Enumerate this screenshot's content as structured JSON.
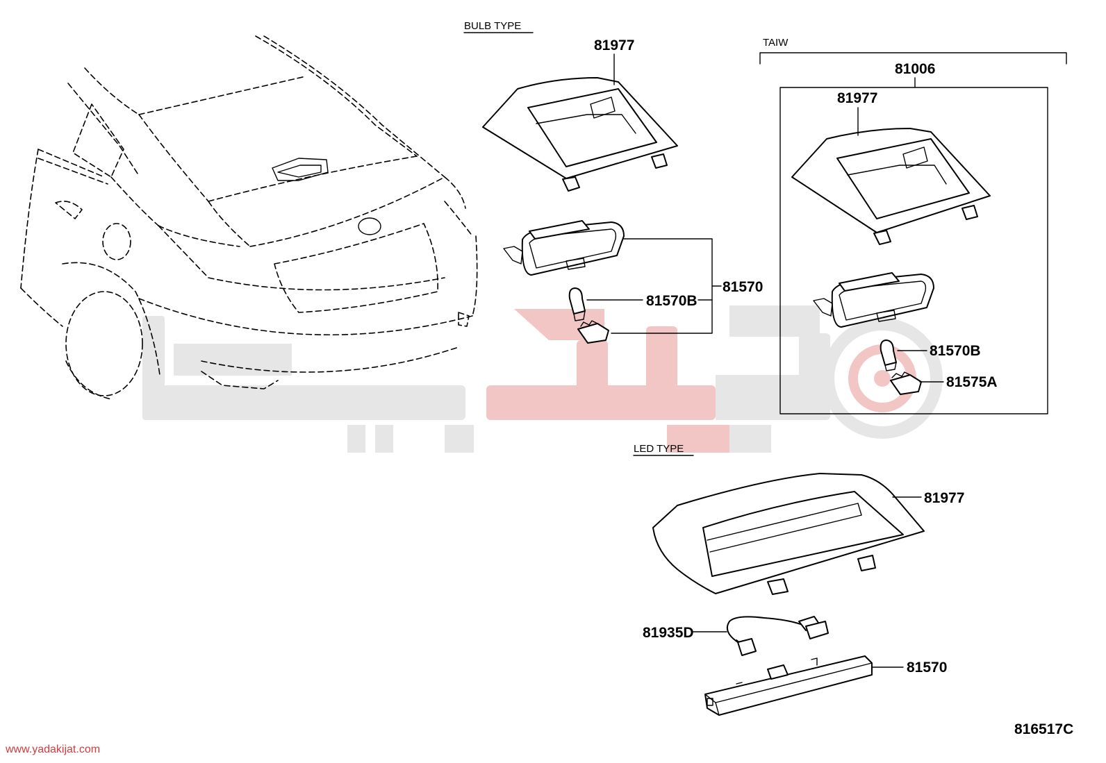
{
  "watermark": {
    "text": "یدکی جات",
    "gray_color": "#e6e6e6",
    "red_color": "#f3c6c6",
    "url": "www.yadakijat.com",
    "url_color": "#d23c3c"
  },
  "sections": {
    "bulb_type": "BULB TYPE",
    "led_type": "LED TYPE",
    "taiw": "TAIW"
  },
  "callouts": {
    "bulb_cover": "81977",
    "bulb_housing": "81570",
    "bulb_socket": "81570B",
    "taiw_assembly": "81006",
    "taiw_cover": "81977",
    "taiw_socket": "81570B",
    "taiw_bulb": "81575A",
    "led_cover": "81977",
    "led_wire": "81935D",
    "led_lamp": "81570"
  },
  "diagram_id": "816517C"
}
